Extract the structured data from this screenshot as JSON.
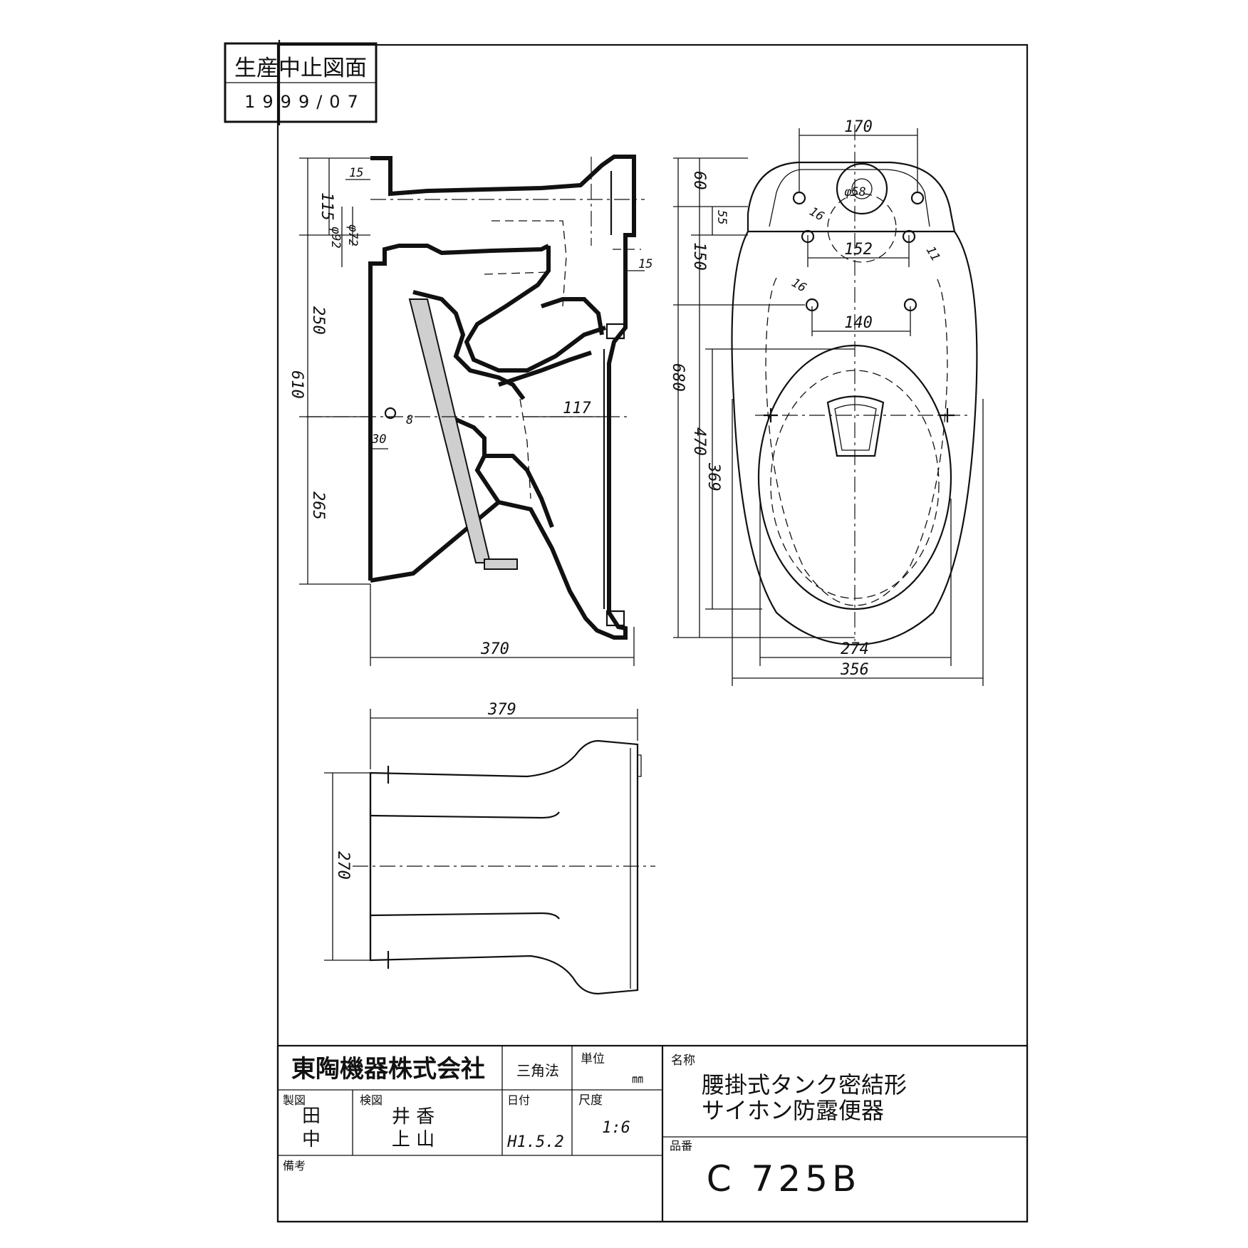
{
  "stamp": {
    "line1": "生産中止図面",
    "line2": "1999/07"
  },
  "dimensions": {
    "side_view": {
      "top_15": "15",
      "h_115": "115",
      "h_72": "φ72",
      "h_92": "φ92",
      "h_250": "250",
      "h_610": "610",
      "h_265": "265",
      "w_30": "30",
      "w_117": "117",
      "right_15": "15",
      "bolt_8": "8",
      "bottom_370": "370"
    },
    "plan_view": {
      "top_170": "170",
      "h_60": "60",
      "d_55": "55",
      "h_150": "150",
      "w_152": "152",
      "d_16a": "16",
      "d_16b": "16",
      "d_11": "11",
      "d_58": "φ58",
      "w_140": "140",
      "h_680": "680",
      "h_470": "470",
      "h_369": "369",
      "w_274": "274",
      "w_356": "356"
    },
    "front_view": {
      "top_379": "379",
      "h_270": "270"
    }
  },
  "title_block": {
    "company": "東陶機器株式会社",
    "projection": "三角法",
    "unit_label": "単位",
    "unit_value": "㎜",
    "name_label": "名称",
    "name_line1": "腰掛式タンク密結形",
    "name_line2": "サイホン防露便器",
    "drawn_label": "製図",
    "drawn_by_1": "田",
    "drawn_by_2": "中",
    "checked_label": "検図",
    "checked_by_1": "井 香",
    "checked_by_2": "上 山",
    "date_label": "日付",
    "date_value": "H1.5.2",
    "scale_label": "尺度",
    "scale_value": "1:6",
    "remarks_label": "備考",
    "part_no_label": "品番",
    "part_no": "C 725B"
  }
}
